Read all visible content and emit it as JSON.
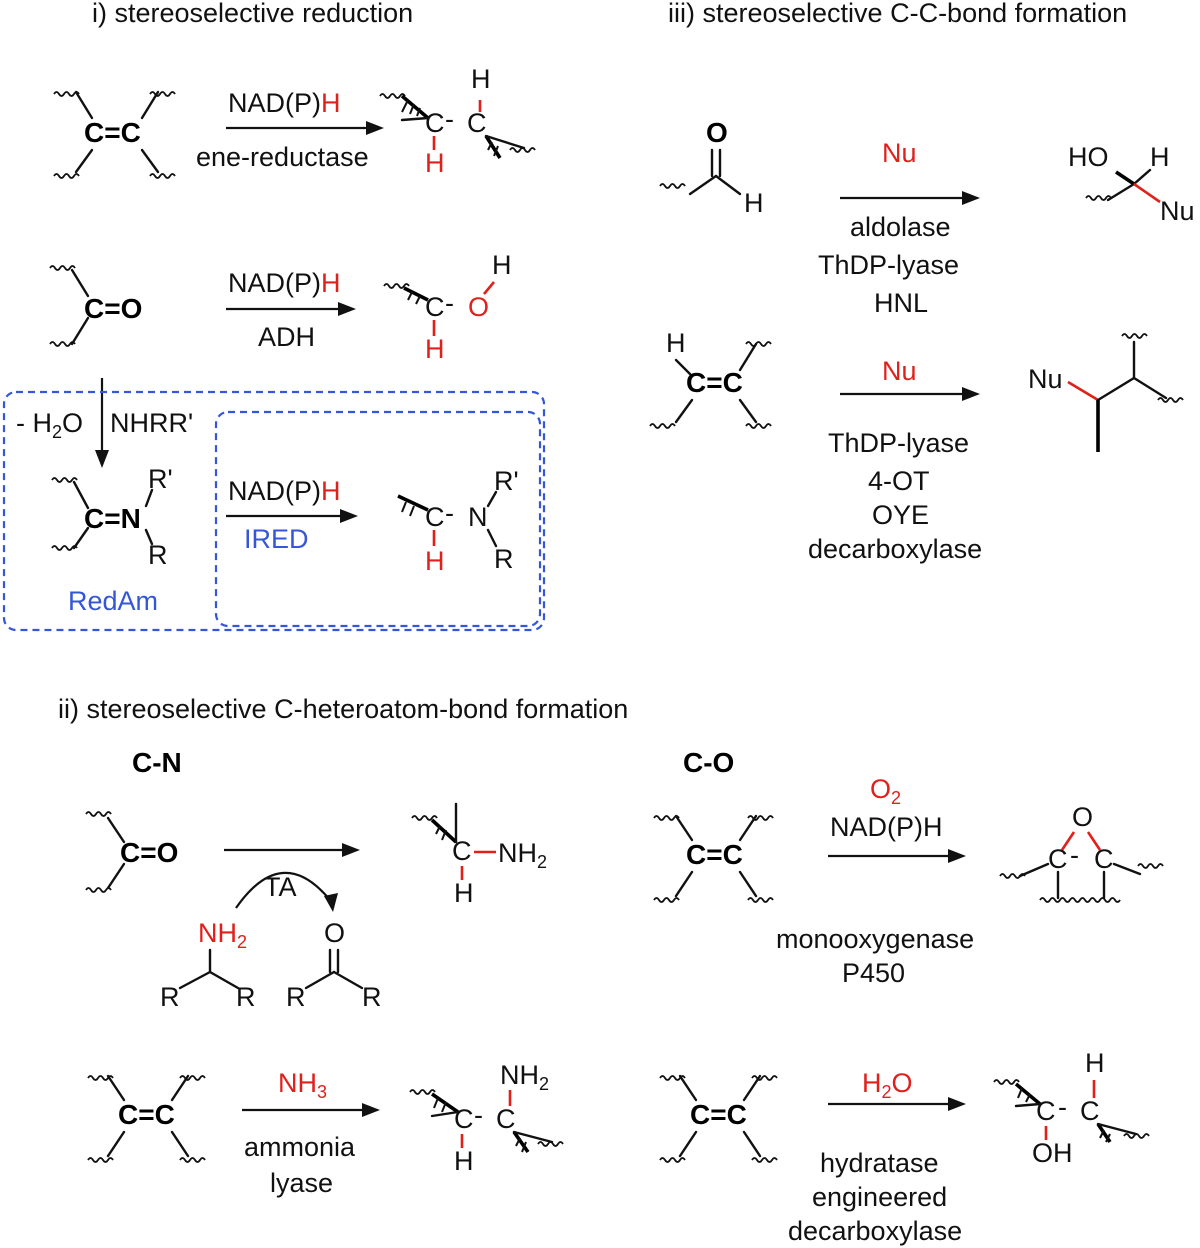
{
  "sections": {
    "reduction": "i) stereoselective reduction",
    "cc_bond": "iii) stereoselective C-C-bond formation",
    "heteroatom": "ii) stereoselective C-heteroatom-bond formation",
    "cn_label": "C-N",
    "co_label": "C-O"
  },
  "colors": {
    "highlight": "#e0201b",
    "enzyme_blue": "#3556d6",
    "ink": "#111111"
  },
  "reactions": {
    "ene": {
      "reagent_prefix": "NAD(P)",
      "reagent_h": "H",
      "enzyme": "ene-reductase"
    },
    "adh": {
      "reagent_prefix": "NAD(P)",
      "reagent_h": "H",
      "enzyme": "ADH"
    },
    "imine_formation": {
      "reagent_a": "- H",
      "reagent_a_sub": "2",
      "reagent_a_tail": "O",
      "reagent_b": "NHRR'"
    },
    "ired": {
      "reagent_prefix": "NAD(P)",
      "reagent_h": "H",
      "enzyme": "IRED",
      "box_label": "RedAm"
    },
    "aldol": {
      "reagent": "Nu",
      "enzymes": [
        "aldolase",
        "ThDP-lyase",
        "HNL"
      ]
    },
    "michael": {
      "reagent": "Nu",
      "enzymes": [
        "ThDP-lyase",
        "4-OT",
        "OYE",
        "decarboxylase"
      ]
    },
    "transamination": {
      "enzyme": "TA",
      "donor_group": "NH",
      "donor_sub": "2"
    },
    "epoxidation": {
      "reagent_a": "O",
      "reagent_a_sub": "2",
      "reagent_b": "NAD(P)H",
      "enzymes": [
        "monooxygenase",
        "P450"
      ]
    },
    "hydroamination": {
      "reagent": "NH",
      "reagent_sub": "3",
      "enzymes": [
        "ammonia",
        "lyase"
      ]
    },
    "hydration": {
      "reagent": "H",
      "reagent_sub": "2",
      "reagent_tail": "O",
      "enzymes": [
        "hydratase",
        "engineered",
        "decarboxylase"
      ]
    }
  },
  "atoms": {
    "H": "H",
    "C": "C",
    "O": "O",
    "N": "N",
    "R": "R",
    "Rp": "R'",
    "Nu": "Nu",
    "HO": "HO",
    "OH": "OH",
    "NH2": "NH",
    "sub2": "2",
    "CeqC": "C=C",
    "CeqO": "C=O",
    "CeqN": "C=N",
    "CH_single": "C",
    "dash": "-"
  }
}
